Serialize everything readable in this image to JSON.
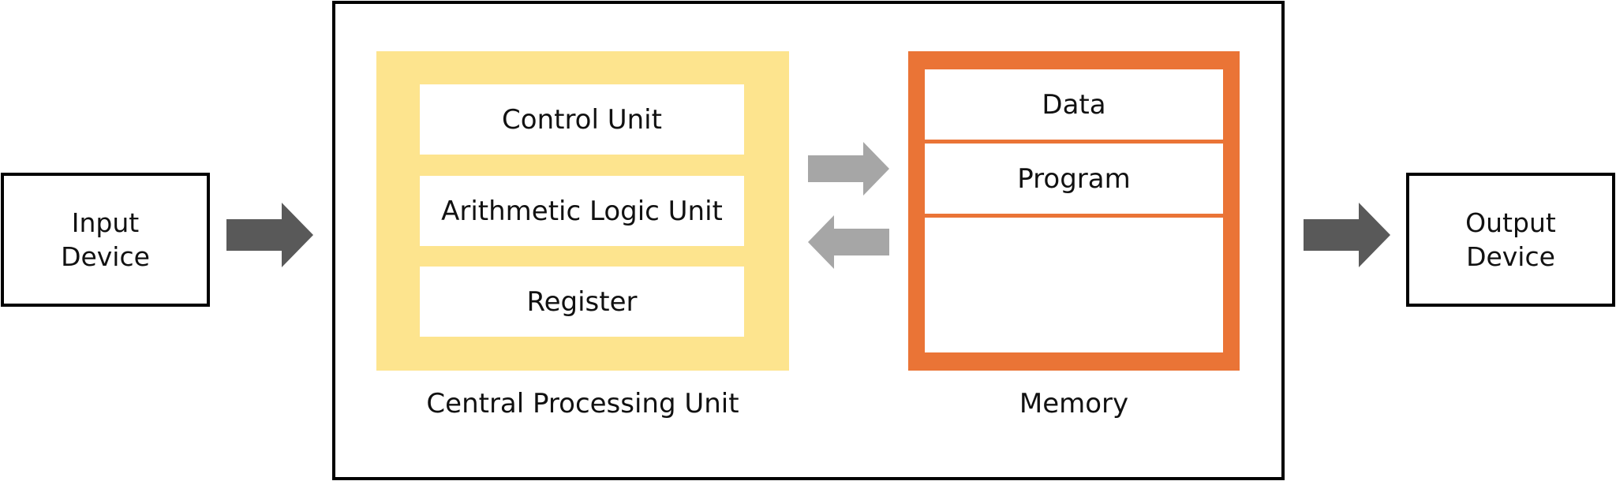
{
  "colors": {
    "border": "#000000",
    "cpu_fill": "#fde48e",
    "memory_fill": "#ea7436",
    "arrow_dark": "#595959",
    "arrow_light": "#a6a6a6"
  },
  "input_device": {
    "label": "Input\nDevice"
  },
  "output_device": {
    "label": "Output\nDevice"
  },
  "cpu": {
    "caption": "Central Processing Unit",
    "components": [
      "Control Unit",
      "Arithmetic Logic Unit",
      "Register"
    ]
  },
  "memory": {
    "caption": "Memory",
    "sections": [
      "Data",
      "Program"
    ]
  },
  "arrows": [
    {
      "name": "input-to-cpu-arrow",
      "direction": "right",
      "color": "arrow_dark"
    },
    {
      "name": "cpu-to-memory-arrow",
      "direction": "right",
      "color": "arrow_light"
    },
    {
      "name": "memory-to-cpu-arrow",
      "direction": "left",
      "color": "arrow_light"
    },
    {
      "name": "cpu-to-output-arrow",
      "direction": "right",
      "color": "arrow_dark"
    }
  ]
}
